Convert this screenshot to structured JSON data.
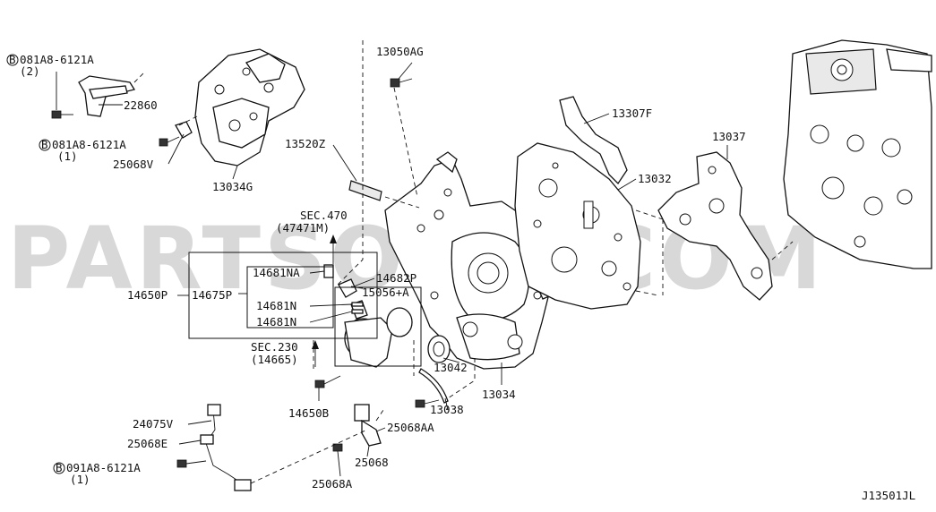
{
  "watermark": "PARTSOUQ.COM",
  "diagram_code": "J13501JL",
  "labels": {
    "l_081a8_top": "081A8-6121A",
    "l_081a8_top_qty": "(2)",
    "l_22860": "22860",
    "l_081a8_mid": "081A8-6121A",
    "l_081a8_mid_qty": "(1)",
    "l_25068v": "25068V",
    "l_13034g": "13034G",
    "l_13050ag": "13050AG",
    "l_13520z": "13520Z",
    "l_sec470": "SEC.470",
    "l_sec470_ref": "(47471M)",
    "l_13307f": "13307F",
    "l_13037": "13037",
    "l_13032": "13032",
    "l_14650p": "14650P",
    "l_14675p": "14675P",
    "l_14681na": "14681NA",
    "l_14681n_a": "14681N",
    "l_14681n_b": "14681N",
    "l_14682p": "14682P",
    "l_15056a": "15056+A",
    "l_sec230": "SEC.230",
    "l_sec230_ref": "(14665)",
    "l_13042": "13042",
    "l_13038": "13038",
    "l_13034": "13034",
    "l_14650b": "14650B",
    "l_25068aa": "25068AA",
    "l_24075v": "24075V",
    "l_25068e": "25068E",
    "l_091a8": "091A8-6121A",
    "l_091a8_qty": "(1)",
    "l_25068": "25068",
    "l_25068a": "25068A"
  },
  "callout_marker": "B"
}
